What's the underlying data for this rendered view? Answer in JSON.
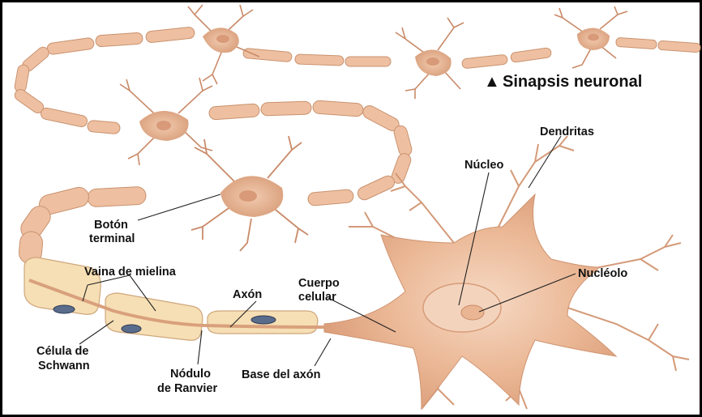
{
  "title": "Sinapsis neuronal",
  "title_marker": "▲",
  "labels": {
    "dendritas": "Dendritas",
    "nucleo": "Núcleo",
    "nucleolo": "Nucléolo",
    "cuerpo_1": "Cuerpo",
    "cuerpo_2": "celular",
    "boton_1": "Botón",
    "boton_2": "terminal",
    "vaina": "Vaina de mielina",
    "axon": "Axón",
    "celula_1": "Célula de",
    "celula_2": "Schwann",
    "nodulo_1": "Nódulo",
    "nodulo_2": "de Ranvier",
    "base": "Base del axón"
  },
  "colors": {
    "frame": "#000000",
    "cell": "#e8b08e",
    "cell_light": "#f3cdb3",
    "cell_dark": "#c98a68",
    "myelin": "#f6dfb4",
    "myelin_edge": "#cfa77c",
    "nucleus_schwann": "#5a6c8c"
  }
}
